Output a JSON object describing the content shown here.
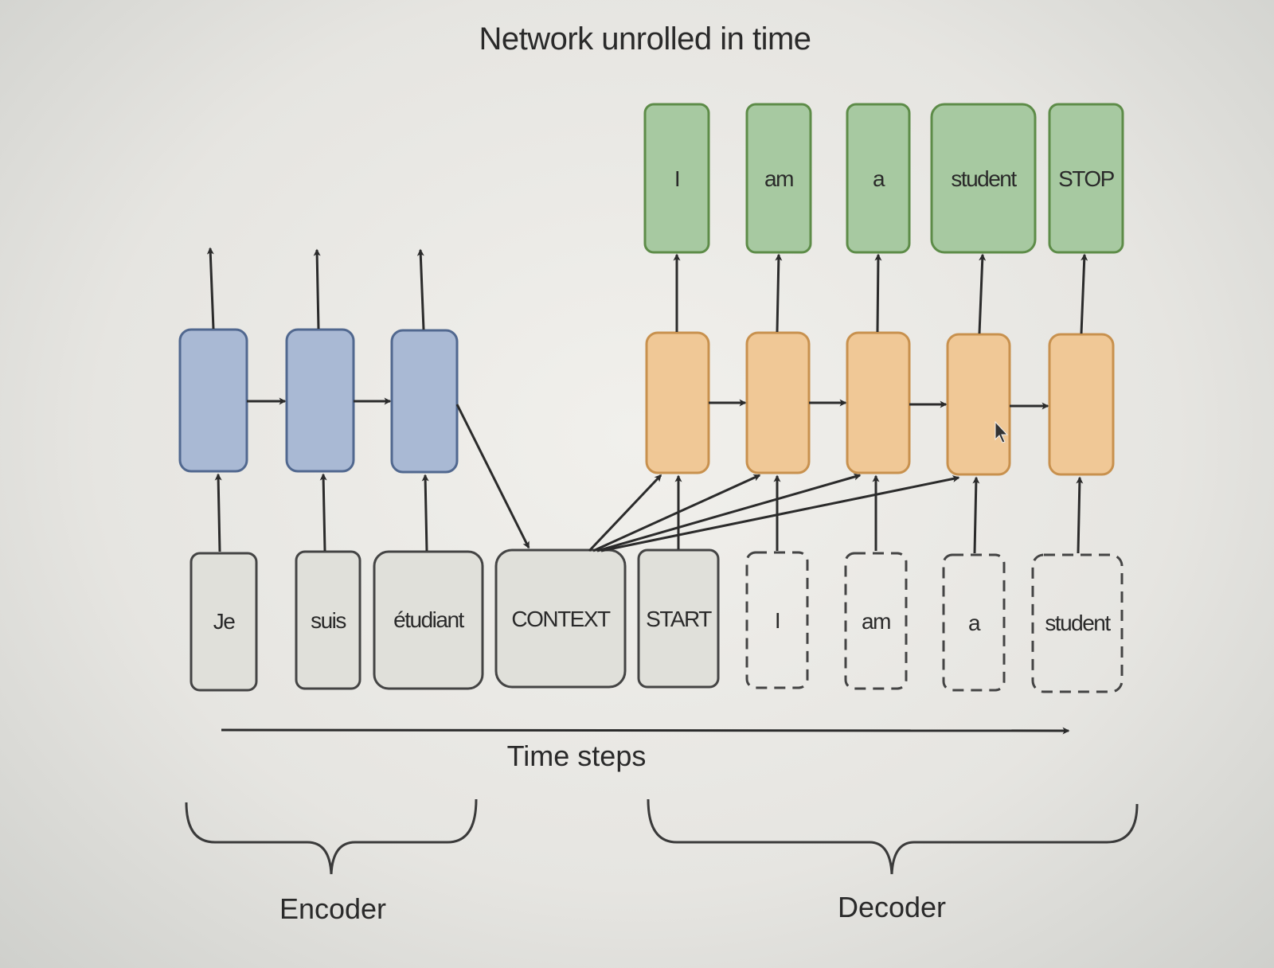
{
  "title": "Network unrolled in time",
  "colors": {
    "encoder_fill": "#a9b9d4",
    "encoder_stroke": "#51688f",
    "decoder_fill": "#f0c896",
    "decoder_stroke": "#c8914e",
    "output_fill": "#a7c9a1",
    "output_stroke": "#5d8c48",
    "input_fill": "#e0e0da",
    "input_stroke": "#444444"
  },
  "encoder": {
    "inputs": [
      "Je",
      "suis",
      "étudiant"
    ]
  },
  "context_label": "CONTEXT",
  "decoder": {
    "start_label": "START",
    "fed_back_inputs": [
      "I",
      "am",
      "a",
      "student"
    ],
    "outputs": [
      "I",
      "am",
      "a",
      "student",
      "STOP"
    ]
  },
  "time_axis_label": "Time steps",
  "group_labels": {
    "encoder": "Encoder",
    "decoder": "Decoder"
  }
}
